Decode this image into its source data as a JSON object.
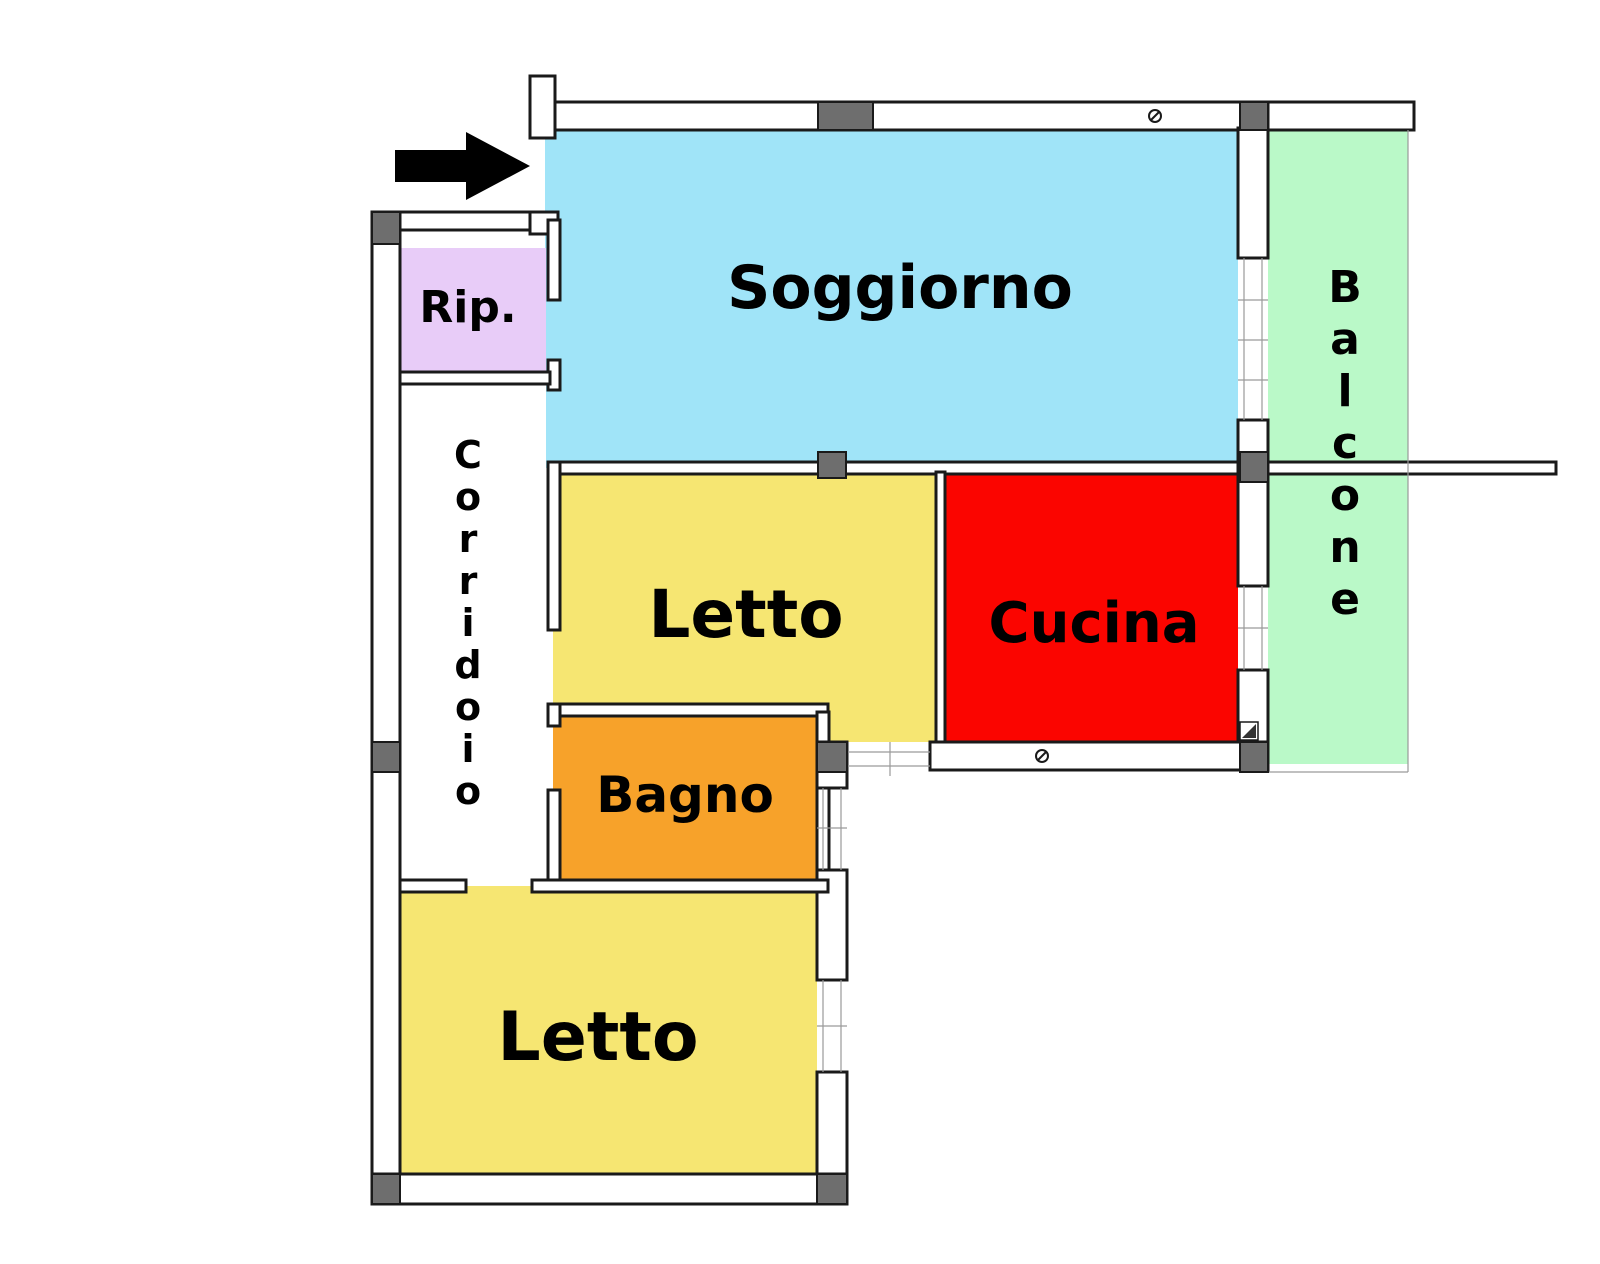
{
  "colors": {
    "soggiorno": "#a0e4f8",
    "rip": "#e8ccf8",
    "letto": "#f6e672",
    "cucina": "#fb0500",
    "bagno": "#f7a22a",
    "balcone": "#baf9c8",
    "corridoio": "#ffffff",
    "wall": "#1a1a1a",
    "pillar": "#6e6e6e"
  },
  "rooms": {
    "soggiorno": "Soggiorno",
    "rip": "Rip.",
    "corridoio": [
      "C",
      "o",
      "r",
      "r",
      "i",
      "d",
      "o",
      "i",
      "o"
    ],
    "letto_1": "Letto",
    "cucina": "Cucina",
    "bagno": "Bagno",
    "letto_2": "Letto",
    "balcone": [
      "B",
      "a",
      "l",
      "c",
      "o",
      "n",
      "e"
    ]
  },
  "icons": {
    "entrance": "entrance-arrow-icon"
  }
}
